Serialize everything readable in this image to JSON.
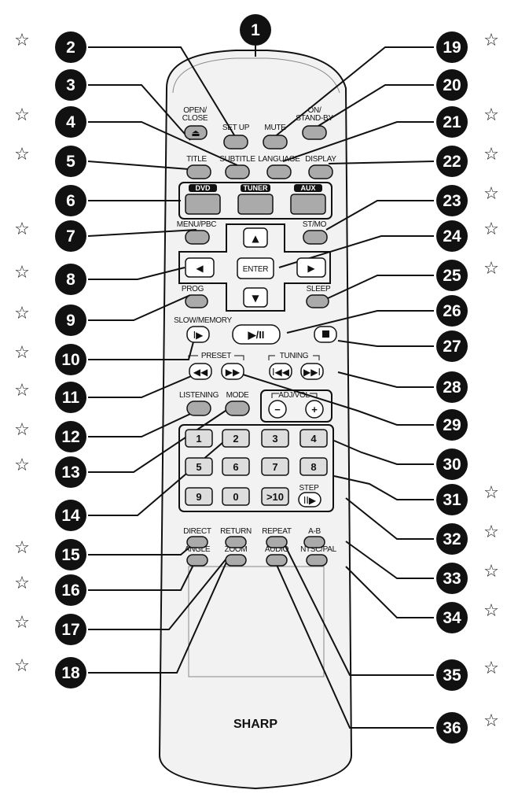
{
  "brand": "SHARP",
  "labels": {
    "open_close_1": "OPEN/",
    "open_close_2": "CLOSE",
    "set_up": "SET UP",
    "mute": "MUTE",
    "on_standby_1": "ON/",
    "on_standby_2": "STAND-BY",
    "title": "TITLE",
    "subtitle": "SUBTITLE",
    "language": "LANGUAGE",
    "display": "DISPLAY",
    "dvd": "DVD",
    "tuner": "TUNER",
    "aux": "AUX",
    "menu_pbc": "MENU/PBC",
    "st_mo": "ST/MO",
    "enter": "ENTER",
    "prog": "PROG",
    "sleep": "SLEEP",
    "slow_memory": "SLOW/MEMORY",
    "preset": "PRESET",
    "tuning": "TUNING",
    "listening": "LISTENING",
    "mode": "MODE",
    "adj_vol": "ADJ/VOL",
    "step": "STEP",
    "direct": "DIRECT",
    "return": "RETURN",
    "repeat": "REPEAT",
    "a_b": "A-B",
    "angle": "ANGLE",
    "zoom": "ZOOM",
    "audio": "AUDIO",
    "ntsc_pal": "NTSC/PAL"
  },
  "keys": {
    "k1": "1",
    "k2": "2",
    "k3": "3",
    "k4": "4",
    "k5": "5",
    "k6": "6",
    "k7": "7",
    "k8": "8",
    "k9": "9",
    "k0": "0",
    "k10": ">10",
    "minus": "−",
    "plus": "+",
    "play_pause": "▶/II"
  },
  "callouts": [
    "1",
    "2",
    "3",
    "4",
    "5",
    "6",
    "7",
    "8",
    "9",
    "10",
    "11",
    "12",
    "13",
    "14",
    "15",
    "16",
    "17",
    "18",
    "19",
    "20",
    "21",
    "22",
    "23",
    "24",
    "25",
    "26",
    "27",
    "28",
    "29",
    "30",
    "31",
    "32",
    "33",
    "34",
    "35",
    "36"
  ],
  "star_symbol": "☆"
}
